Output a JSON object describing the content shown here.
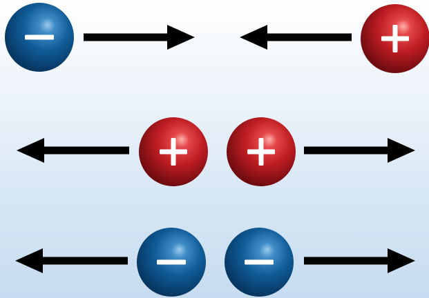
{
  "diagram": {
    "rows": [
      {
        "name": "opposite-charges-attract",
        "charges": [
          {
            "sign": "negative",
            "symbol": "−",
            "color": "#0d5a94"
          },
          {
            "sign": "positive",
            "symbol": "+",
            "color": "#c21e24"
          }
        ],
        "force_directions": [
          "right",
          "left"
        ]
      },
      {
        "name": "like-positive-charges-repel",
        "charges": [
          {
            "sign": "positive",
            "symbol": "+",
            "color": "#c21e24"
          },
          {
            "sign": "positive",
            "symbol": "+",
            "color": "#c21e24"
          }
        ],
        "force_directions": [
          "left",
          "right"
        ]
      },
      {
        "name": "like-negative-charges-repel",
        "charges": [
          {
            "sign": "negative",
            "symbol": "−",
            "color": "#0d5a94"
          },
          {
            "sign": "negative",
            "symbol": "−",
            "color": "#0d5a94"
          }
        ],
        "force_directions": [
          "left",
          "right"
        ]
      }
    ],
    "colors": {
      "negative": "#0d5a94",
      "positive": "#c21e24",
      "arrow": "#000000",
      "sign": "#ffffff"
    }
  }
}
